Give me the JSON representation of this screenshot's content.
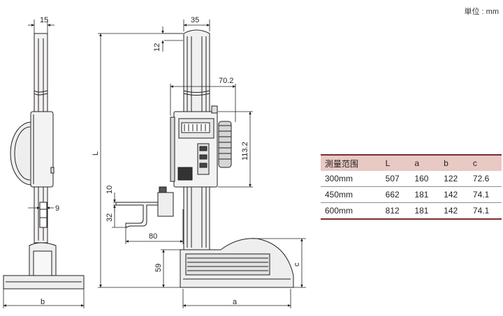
{
  "unit_label": "単位 : mm",
  "dimensions": {
    "side_width": "15",
    "side_slot": "9",
    "side_base": "b",
    "top_width": "35",
    "top_step": "12",
    "slider_width": "70.2",
    "slider_height": "113.2",
    "total_height": "L",
    "scriber_thickness": "10",
    "scriber_height": "32",
    "scriber_reach": "80",
    "base_height": "59",
    "base_length": "a",
    "base_height_c": "c"
  },
  "spec_table": {
    "headers": [
      "測量范围",
      "L",
      "a",
      "b",
      "c"
    ],
    "rows": [
      [
        "300mm",
        "507",
        "160",
        "122",
        "72.6"
      ],
      [
        "450mm",
        "662",
        "181",
        "142",
        "74.1"
      ],
      [
        "600mm",
        "812",
        "181",
        "142",
        "74.1"
      ]
    ]
  }
}
